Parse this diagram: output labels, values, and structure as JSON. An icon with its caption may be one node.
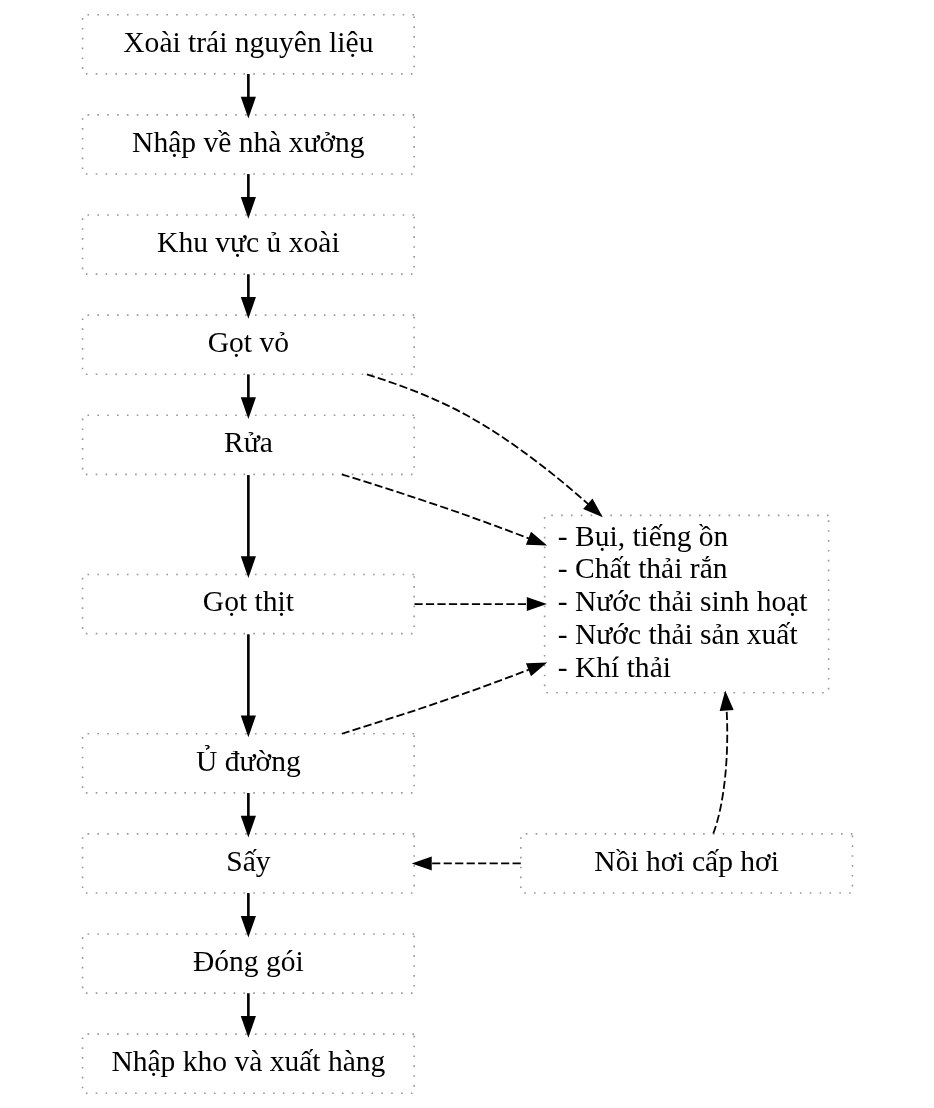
{
  "diagram": {
    "nodes": [
      {
        "text": [
          "Xoài trái nguyên liệu"
        ]
      },
      {
        "text": [
          "Nhập về nhà xưởng"
        ]
      },
      {
        "text": [
          "Khu vực ủ xoài"
        ]
      },
      {
        "text": [
          "Gọt vỏ"
        ]
      },
      {
        "text": [
          "Rửa"
        ]
      },
      {
        "text": [
          "Gọt thịt"
        ]
      },
      {
        "text": [
          "Ủ đường"
        ]
      },
      {
        "text": [
          "Sấy"
        ]
      },
      {
        "text": [
          "Đóng gói"
        ]
      },
      {
        "text": [
          "Nhập kho và xuất hàng"
        ]
      },
      {
        "text": [
          "- Bụi, tiếng ồn",
          "- Chất thải rắn",
          "- Nước thải sinh hoạt",
          "- Nước thải sản xuất",
          "- Khí thải"
        ]
      },
      {
        "text": [
          "Nồi hơi cấp hơi"
        ]
      }
    ],
    "edges": [
      {
        "from": 0,
        "to": 1,
        "arrow": "to"
      },
      {
        "from": 1,
        "to": 2,
        "arrow": "to"
      },
      {
        "from": 2,
        "to": 3,
        "arrow": "to"
      },
      {
        "from": 3,
        "to": 4,
        "arrow": "to"
      },
      {
        "from": 4,
        "to": 5,
        "arrow": "to"
      },
      {
        "from": 5,
        "to": 6,
        "arrow": "to"
      },
      {
        "from": 6,
        "to": 7,
        "arrow": "to"
      },
      {
        "from": 7,
        "to": 8,
        "arrow": "to"
      },
      {
        "from": 8,
        "to": 9,
        "arrow": "to"
      },
      {
        "from": 3,
        "to": 10,
        "arrow": "to",
        "style": "dashed"
      },
      {
        "from": 4,
        "to": 10,
        "arrow": "to",
        "style": "dashed"
      },
      {
        "from": 5,
        "to": 10,
        "arrow": "to",
        "style": "dashed"
      },
      {
        "from": 6,
        "to": 10,
        "arrow": "to",
        "style": "dashed"
      },
      {
        "from": 11,
        "to": 7,
        "arrow": "to",
        "style": "dashed"
      },
      {
        "from": 11,
        "to": 10,
        "arrow": "to",
        "style": "dashed"
      }
    ]
  }
}
